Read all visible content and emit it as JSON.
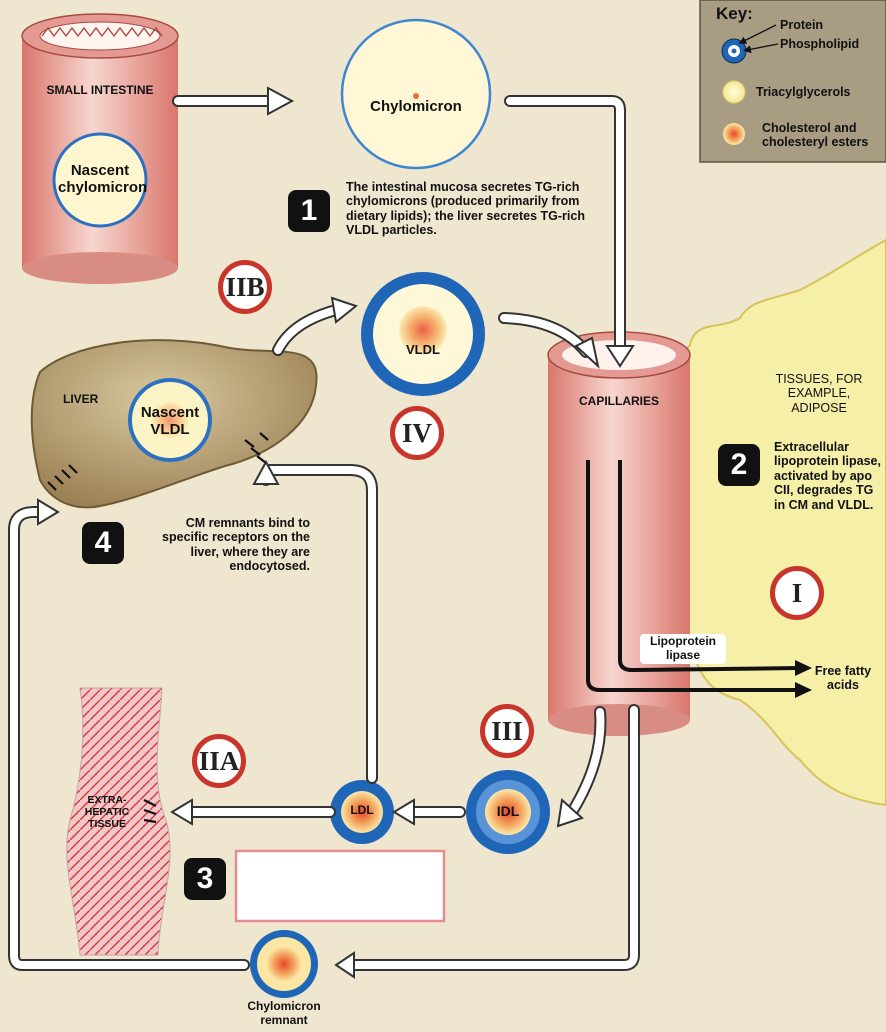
{
  "key": {
    "title": "Key:",
    "protein": "Protein",
    "phospholipid": "Phospholipid",
    "triacylglycerols": "Triacylglycerols",
    "cholesterol": "Cholesterol and cholesteryl esters"
  },
  "organs": {
    "small_intestine": "SMALL INTESTINE",
    "liver": "LIVER",
    "capillaries": "CAPILLARIES",
    "tissues": "TISSUES, FOR EXAMPLE, ADIPOSE",
    "extrahepatic": "EXTRA-HEPATIC TISSUE"
  },
  "particles": {
    "nascent_chylomicron": "Nascent chylomicron",
    "chylomicron": "Chylomicron",
    "vldl": "VLDL",
    "nascent_vldl": "Nascent VLDL",
    "idl": "IDL",
    "ldl": "LDL",
    "chylomicron_remnant": "Chylomicron remnant"
  },
  "steps": [
    {
      "number": "1",
      "text": "The intestinal mucosa secretes TG-rich chylomicrons (produced primarily from dietary lipids); the liver secretes TG-rich VLDL particles."
    },
    {
      "number": "2",
      "text": "Extracellular lipoprotein lipase, activated by apo CII, degrades TG in CM and VLDL."
    },
    {
      "number": "3",
      "text": ""
    },
    {
      "number": "4",
      "text": "CM remnants bind to specific receptors on the liver, where they are endocytosed."
    }
  ],
  "markers": {
    "i": "I",
    "iia": "IIA",
    "iib": "IIB",
    "iii": "III",
    "iv": "IV"
  },
  "labels": {
    "lipoprotein_lipase": "Lipoprotein lipase",
    "free_fatty_acids": "Free fatty acids"
  },
  "colors": {
    "background": "#eee6cf",
    "protein_blue": "#1f66b8",
    "marker_red": "#c8352a",
    "vessel_pink": "#e9a29a",
    "liver": "#b49a6c",
    "adipose": "#f6efa8"
  }
}
